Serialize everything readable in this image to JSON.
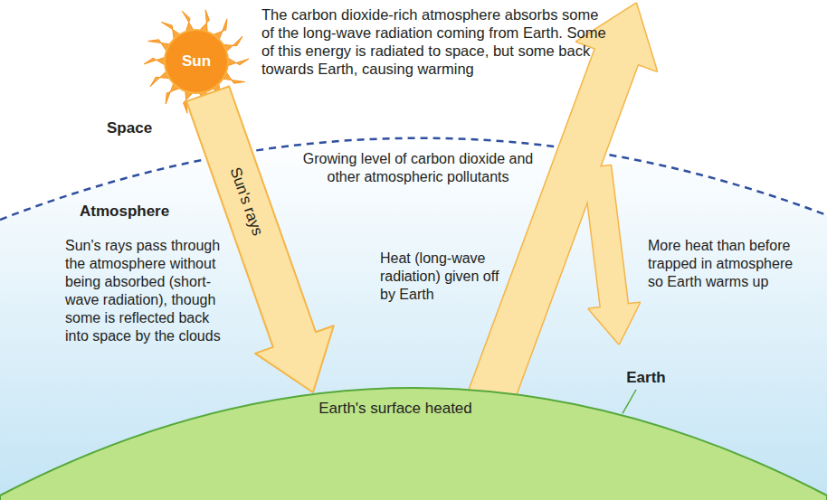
{
  "diagram": {
    "nodes": [
      {
        "text": [
          "Sun"
        ]
      },
      {
        "text": [
          "Earth's surface heated",
          "Earth"
        ]
      }
    ],
    "edges": [
      {
        "from": 0,
        "to": 1,
        "arrow": "to",
        "label": "Sun's rays"
      }
    ],
    "labels": [
      "The carbon dioxide-rich atmosphere absorbs some of the long-wave radiation coming from Earth. Some of this energy is radiated to space, but some back towards Earth, causing warming",
      "Space",
      "Growing level of carbon dioxide and other atmospheric pollutants",
      "Atmosphere",
      "Sun's rays pass through the atmosphere without being absorbed (short-wave radiation), though some is reflected back into space by the clouds",
      "Heat (long-wave radiation) given off by Earth",
      "More heat than before trapped in atmosphere so Earth warms up"
    ]
  }
}
